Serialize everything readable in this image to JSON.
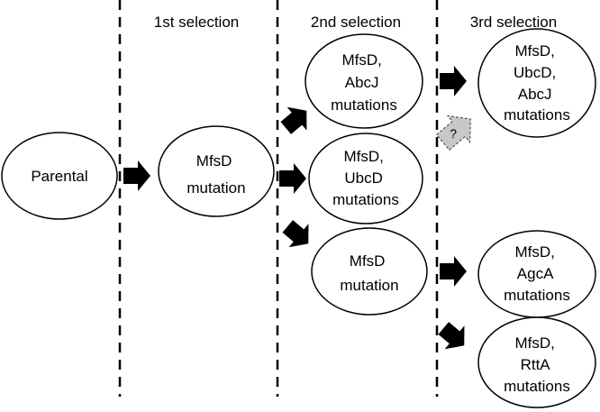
{
  "stages": [
    {
      "label": "1st selection"
    },
    {
      "label": "2nd selection"
    },
    {
      "label": "3rd selection"
    }
  ],
  "nodes": {
    "parental": {
      "lines": [
        "Parental"
      ]
    },
    "s1_mfsd": {
      "lines": [
        "MfsD",
        "mutation"
      ]
    },
    "s2_mfsd_abcj": {
      "lines": [
        "MfsD,",
        "AbcJ",
        "mutations"
      ]
    },
    "s2_mfsd_ubcd": {
      "lines": [
        "MfsD,",
        "UbcD",
        "mutations"
      ]
    },
    "s2_mfsd": {
      "lines": [
        "MfsD",
        "mutation"
      ]
    },
    "s3_mfsd_ubcd_abcj": {
      "lines": [
        "MfsD,",
        "UbcD,",
        "AbcJ",
        "mutations"
      ]
    },
    "s3_mfsd_agca": {
      "lines": [
        "MfsD,",
        "AgcA",
        "mutations"
      ]
    },
    "s3_mfsd_rtta": {
      "lines": [
        "MfsD,",
        "RttA",
        "mutations"
      ]
    }
  },
  "uncertain_arrow": {
    "label": "?",
    "fill": "#c8c8c8"
  },
  "colors": {
    "arrow": "#000000",
    "divider": "#000000",
    "ellipse_stroke": "#000000"
  }
}
